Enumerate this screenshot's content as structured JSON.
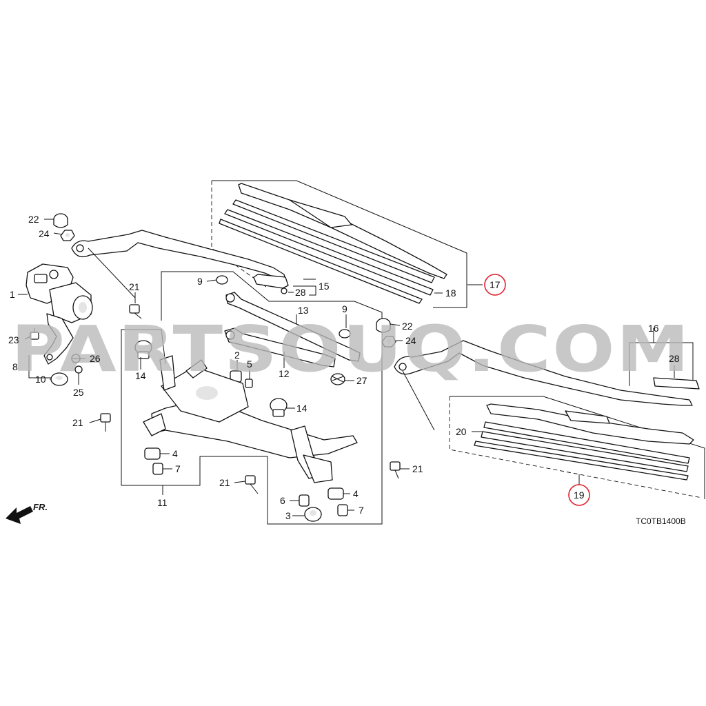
{
  "diagram": {
    "watermark": "PARTSOUQ.COM",
    "drawing_code": "TC0TB1400B",
    "direction_label": "FR.",
    "highlight_color": "#e0202a",
    "callouts": [
      {
        "id": "c22a",
        "label": "22"
      },
      {
        "id": "c24a",
        "label": "24"
      },
      {
        "id": "c1",
        "label": "1"
      },
      {
        "id": "c23",
        "label": "23"
      },
      {
        "id": "c8",
        "label": "8"
      },
      {
        "id": "c26",
        "label": "26"
      },
      {
        "id": "c10",
        "label": "10"
      },
      {
        "id": "c25",
        "label": "25"
      },
      {
        "id": "c21a",
        "label": "21"
      },
      {
        "id": "c14a",
        "label": "14"
      },
      {
        "id": "c9a",
        "label": "9"
      },
      {
        "id": "c28a",
        "label": "28"
      },
      {
        "id": "c15",
        "label": "15"
      },
      {
        "id": "c13",
        "label": "13"
      },
      {
        "id": "c9b",
        "label": "9"
      },
      {
        "id": "c2",
        "label": "2"
      },
      {
        "id": "c5",
        "label": "5"
      },
      {
        "id": "c12",
        "label": "12"
      },
      {
        "id": "c27",
        "label": "27"
      },
      {
        "id": "c14b",
        "label": "14"
      },
      {
        "id": "c21b",
        "label": "21"
      },
      {
        "id": "c4a",
        "label": "4"
      },
      {
        "id": "c7a",
        "label": "7"
      },
      {
        "id": "c11",
        "label": "11"
      },
      {
        "id": "c21c",
        "label": "21"
      },
      {
        "id": "c6",
        "label": "6"
      },
      {
        "id": "c3",
        "label": "3"
      },
      {
        "id": "c4b",
        "label": "4"
      },
      {
        "id": "c7b",
        "label": "7"
      },
      {
        "id": "c21d",
        "label": "21"
      },
      {
        "id": "c18",
        "label": "18"
      },
      {
        "id": "c17",
        "label": "17",
        "highlighted": true
      },
      {
        "id": "c22b",
        "label": "22"
      },
      {
        "id": "c24b",
        "label": "24"
      },
      {
        "id": "c16",
        "label": "16"
      },
      {
        "id": "c28b",
        "label": "28"
      },
      {
        "id": "c20",
        "label": "20"
      },
      {
        "id": "c19",
        "label": "19",
        "highlighted": true
      }
    ]
  }
}
